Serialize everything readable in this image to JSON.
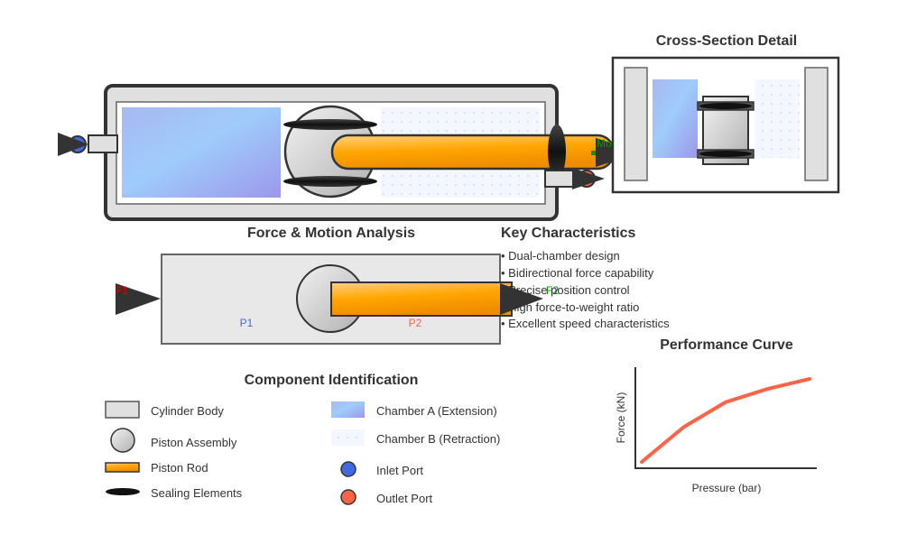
{
  "titles": {
    "cross_section": "Cross-Section Detail",
    "force_motion": "Force & Motion Analysis",
    "key_characteristics": "Key Characteristics",
    "component_identification": "Component Identification",
    "performance_curve": "Performance Curve"
  },
  "main_diagram": {
    "motion_label": "Motion"
  },
  "force_analysis": {
    "f1_label": "F1",
    "f2_label": "F2",
    "p1_label": "P1",
    "p2_label": "P2"
  },
  "key_characteristics": [
    "• Dual-chamber design",
    "• Bidirectional force capability",
    "• Precise position control",
    "• High force-to-weight ratio",
    "• Excellent speed characteristics"
  ],
  "legend": {
    "left": [
      {
        "label": "Cylinder Body",
        "icon": "cylinder-body-swatch"
      },
      {
        "label": "Piston Assembly",
        "icon": "piston-swatch"
      },
      {
        "label": "Piston Rod",
        "icon": "piston-rod-swatch"
      },
      {
        "label": "Sealing Elements",
        "icon": "seal-swatch"
      }
    ],
    "right": [
      {
        "label": "Chamber A (Extension)",
        "icon": "chamber-a-swatch"
      },
      {
        "label": "Chamber B (Retraction)",
        "icon": "chamber-b-swatch"
      },
      {
        "label": "Inlet Port",
        "icon": "inlet-port-swatch"
      },
      {
        "label": "Outlet Port",
        "icon": "outlet-port-swatch"
      }
    ]
  },
  "colors": {
    "inlet": "#4169e1",
    "outlet": "#ff6347",
    "rod": "#ffa500",
    "curve": "#ff6347",
    "motion": "#009900"
  },
  "chart_data": {
    "type": "line",
    "title": "Performance Curve",
    "xlabel": "Pressure (bar)",
    "ylabel": "Force (kN)",
    "x": [
      0.0,
      0.25,
      0.5,
      0.75,
      1.0
    ],
    "series": [
      {
        "name": "Force",
        "values": [
          0.0,
          0.42,
          0.72,
          0.88,
          1.0
        ]
      }
    ],
    "xlim": [
      0,
      1
    ],
    "ylim": [
      0,
      1
    ],
    "grid": false,
    "note": "Axes unlabeled with ticks; values are normalized relative shape"
  }
}
